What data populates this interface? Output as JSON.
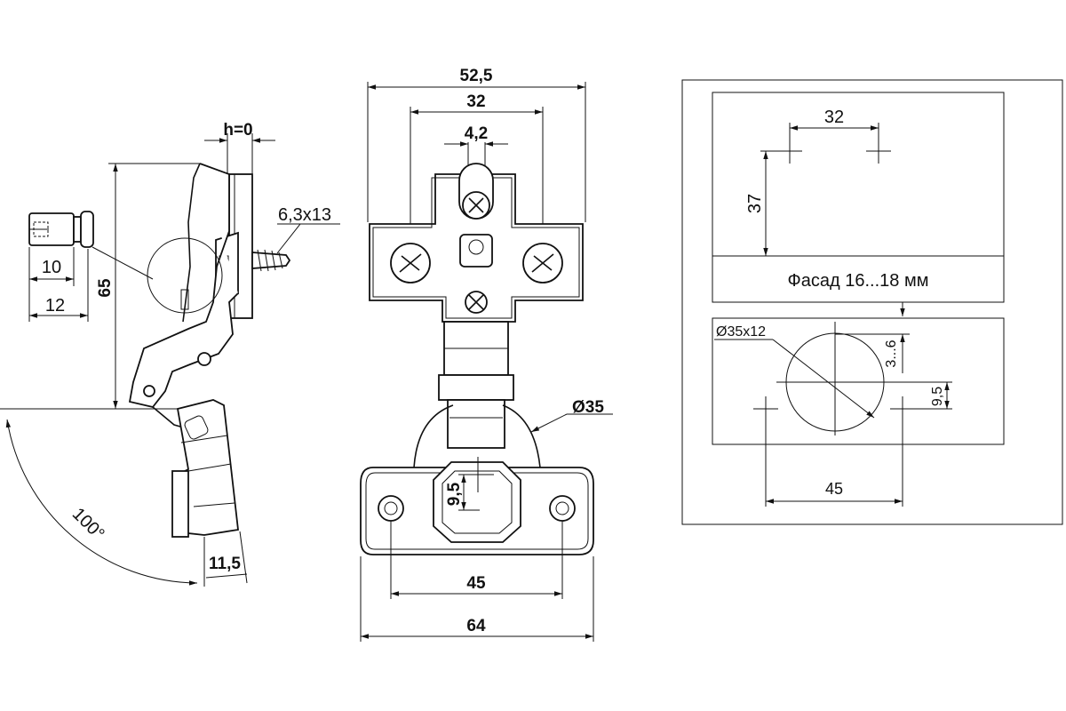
{
  "side_view": {
    "offset": "h=0",
    "screw": "6,3x13",
    "height": "65",
    "cap_inner": "10",
    "cap_outer": "12",
    "opening_angle": "100°",
    "door_depth": "11,5"
  },
  "front_view": {
    "total_width": "52,5",
    "hole_spacing": "32",
    "slot_width": "4,2",
    "cup_diameter": "Ø35",
    "cup_offset": "9,5",
    "plate_hole_spacing": "45",
    "plate_width": "64"
  },
  "install_scheme": {
    "mount_spacing": "32",
    "mount_height": "37",
    "facade": "Фасад 16...18 мм",
    "edge_distance": "3...6",
    "cup_bore": "Ø35x12",
    "offset": "9,5",
    "screw_spacing": "45"
  }
}
